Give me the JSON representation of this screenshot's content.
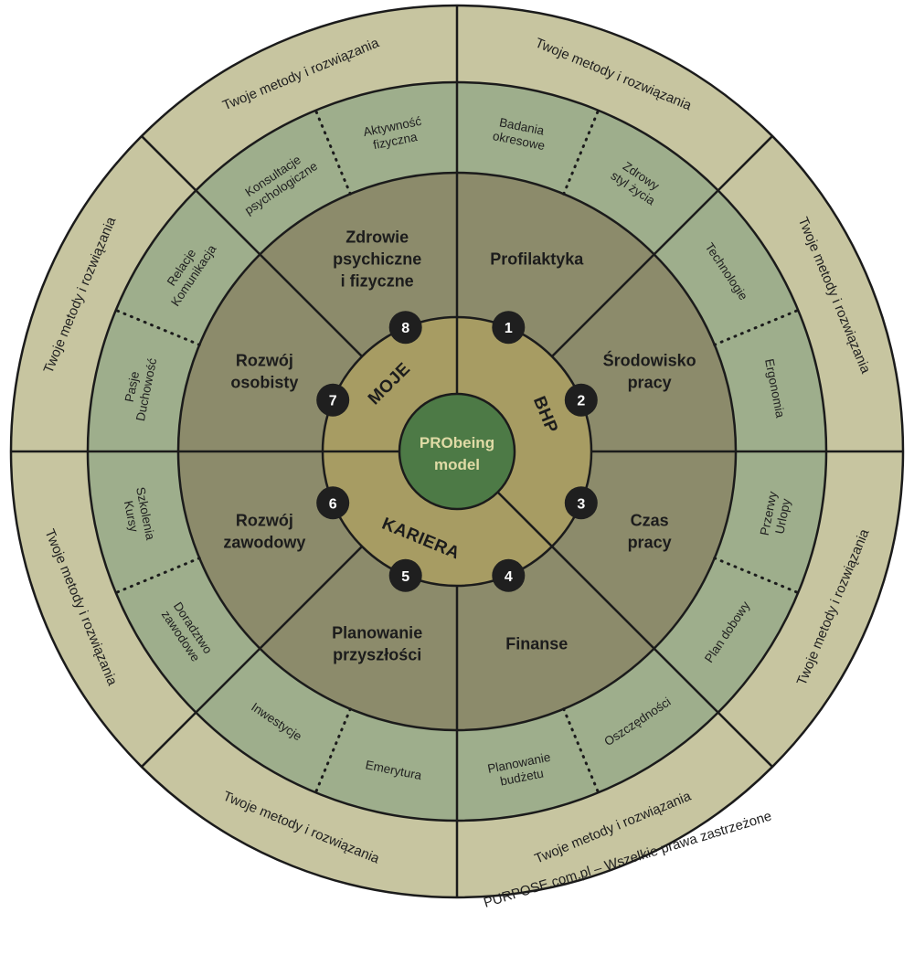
{
  "colors": {
    "outer_ring": "#c7c5a0",
    "method_ring": "#9eae8c",
    "area_ring": "#8c8b6b",
    "inner_ring": "#a79c63",
    "center": "#4d7a46",
    "center_text": "#e0dba6",
    "badge": "#1f1f1f",
    "line": "#1b1b1b"
  },
  "outer_ring_label": "Twoje metody i rozwiązania",
  "center": {
    "line1": "PRObeing",
    "line2": "model"
  },
  "groups": {
    "top_left": "MOJE",
    "right": "BHP",
    "bottom": "KARIERA"
  },
  "areas": [
    {
      "number": "1",
      "label_lines": [
        "Profilaktyka"
      ],
      "methods": [
        [
          "Badania",
          "okresowe"
        ],
        [
          "Zdrowy",
          "styl życia"
        ]
      ]
    },
    {
      "number": "2",
      "label_lines": [
        "Środowisko",
        "pracy"
      ],
      "methods": [
        [
          "Technologie"
        ],
        [
          "Ergonomia"
        ]
      ]
    },
    {
      "number": "3",
      "label_lines": [
        "Czas",
        "pracy"
      ],
      "methods": [
        [
          "Przerwy",
          "Urlopy"
        ],
        [
          "Plan dobowy"
        ]
      ]
    },
    {
      "number": "4",
      "label_lines": [
        "Finanse"
      ],
      "methods": [
        [
          "Oszczędności"
        ],
        [
          "Planowanie",
          "budżetu"
        ]
      ]
    },
    {
      "number": "5",
      "label_lines": [
        "Planowanie",
        "przyszłości"
      ],
      "methods": [
        [
          "Emerytura"
        ],
        [
          "Inwestycje"
        ]
      ]
    },
    {
      "number": "6",
      "label_lines": [
        "Rozwój",
        "zawodowy"
      ],
      "methods": [
        [
          "Doradztwo",
          "zawodowe"
        ],
        [
          "Szkolenia",
          "Kursy"
        ]
      ]
    },
    {
      "number": "7",
      "label_lines": [
        "Rozwój",
        "osobisty"
      ],
      "methods": [
        [
          "Pasje",
          "Duchowość"
        ],
        [
          "Relacje",
          "Komunikacja"
        ]
      ]
    },
    {
      "number": "8",
      "label_lines": [
        "Zdrowie",
        "psychiczne",
        "i fizyczne"
      ],
      "methods": [
        [
          "Konsultacje",
          "psychologiczne"
        ],
        [
          "Aktywność",
          "fizyczna"
        ]
      ]
    }
  ],
  "copyright": "PURPOSE.com.pl – Wszelkie prawa zastrzeżone"
}
